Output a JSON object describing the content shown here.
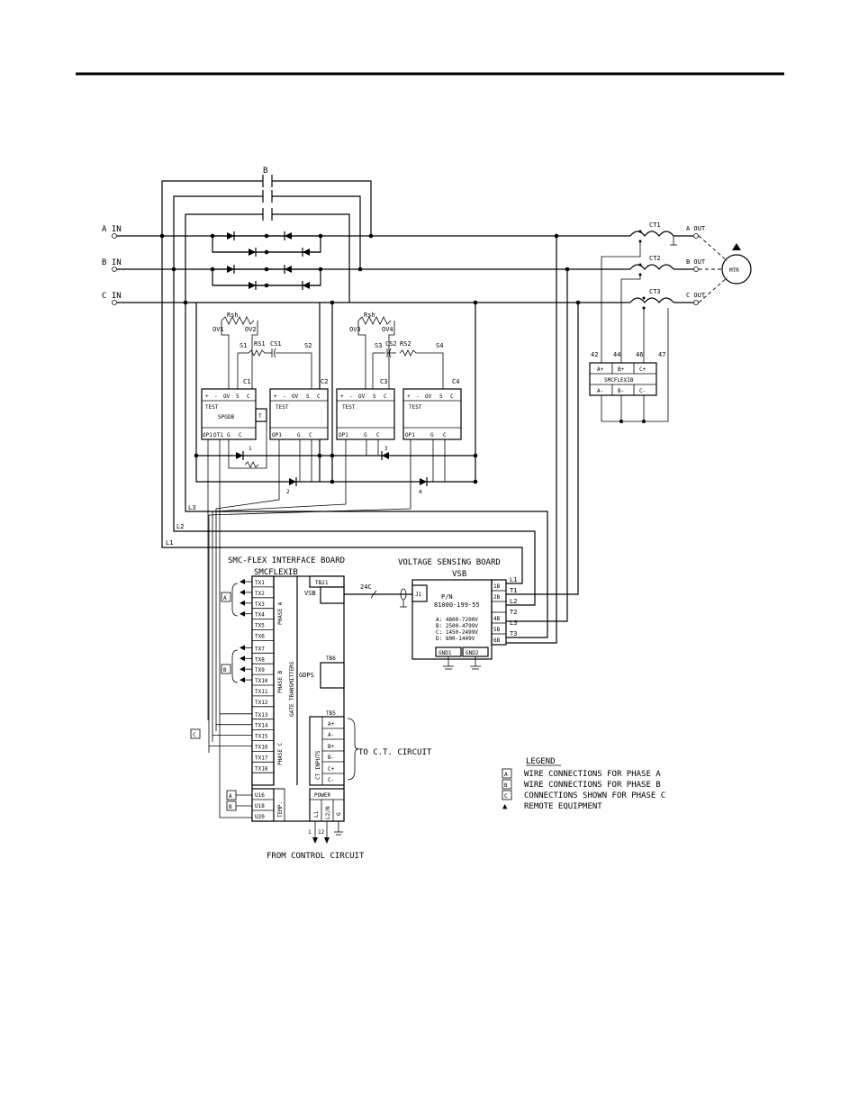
{
  "title_rule": "",
  "inputs": [
    "A IN",
    "B IN",
    "C IN"
  ],
  "outputs": [
    "A OUT",
    "B OUT",
    "C OUT"
  ],
  "capacitor_label": "B",
  "motor_label": "MTR",
  "ct_labels": [
    "CT1",
    "CT2",
    "CT3"
  ],
  "ct_terminals": [
    "42",
    "44",
    "46",
    "47"
  ],
  "smcflexib_small": {
    "top": [
      "A+",
      "B+",
      "C+"
    ],
    "name": "SMCFLEXIB",
    "bottom": [
      "A-",
      "B-",
      "C-"
    ]
  },
  "snubber": {
    "rsh": [
      "Rsh",
      "Rsh"
    ],
    "ov": [
      "OV1",
      "OV2",
      "OV3",
      "OV4"
    ],
    "s": [
      "S1",
      "S2",
      "S3",
      "S4"
    ],
    "rs": [
      "RS1",
      "RS2"
    ],
    "cs": [
      "CS1",
      "CS2"
    ],
    "c": [
      "C1",
      "C2",
      "C3",
      "C4"
    ]
  },
  "gate_board": {
    "header_cells": [
      "+",
      "-",
      "OV",
      "S",
      "C"
    ],
    "test_label": "TEST",
    "spgdb_label": "SPGDB",
    "t_label": "T",
    "bottom_cells": [
      "OP1",
      "OT1",
      "G",
      "C"
    ],
    "op_label": "OP1",
    "g_label": "G",
    "c_label": "C",
    "scr_numbers": [
      "1",
      "2",
      "3",
      "4"
    ]
  },
  "line_labels": [
    "L3",
    "L2",
    "L1"
  ],
  "interface_board": {
    "title": "SMC-FLEX INTERFACE BOARD",
    "subtitle": "SMCFLEXIB",
    "tx": [
      "TX1",
      "TX2",
      "TX3",
      "TX4",
      "TX5",
      "TX6",
      "TX7",
      "TX8",
      "TX9",
      "TX10",
      "TX11",
      "TX12",
      "TX13",
      "TX14",
      "TX15",
      "TX16",
      "TX17",
      "TX18"
    ],
    "phase_labels": [
      "PHASE A",
      "PHASE B",
      "PHASE C"
    ],
    "gate_transmitters": "GATE TRANSMITTERS",
    "u": [
      "U16",
      "U18",
      "U20"
    ],
    "temp": "TEMP.",
    "vsb_label": "VSB",
    "tb21": "TB21",
    "gdps": "GDPS",
    "tb6": "TB6",
    "tb5": "TB5",
    "ct_inputs": "CT INPUTS",
    "ct_cells": [
      "A+",
      "A-",
      "B+",
      "B-",
      "C+",
      "C-"
    ],
    "power": "POWER",
    "power_cells": [
      "L1",
      "L2/N",
      "G"
    ],
    "power_wires": [
      "1",
      "12"
    ],
    "to_ct": "TO C.T. CIRCUIT",
    "from_control": "FROM CONTROL CIRCUIT",
    "phase_tags": [
      "A",
      "B",
      "C",
      "A",
      "B"
    ]
  },
  "vsb": {
    "title": "VOLTAGE SENSING BOARD",
    "subtitle": "VSB",
    "wire": "24C",
    "j1": "J1",
    "pn_label": "P/N",
    "pn": "81000-199-55",
    "ranges": [
      "A: 4800-7200V",
      "B: 2500-4799V",
      "C: 1450-2499V",
      "D: 800-1449V"
    ],
    "terminals": [
      "1B",
      "2B",
      "4B",
      "5B",
      "6B"
    ],
    "signals": [
      "L1",
      "T1",
      "L2",
      "T2",
      "L3",
      "T3"
    ],
    "gnd": [
      "GND1",
      "GND2"
    ]
  },
  "legend": {
    "title": "LEGEND",
    "items": [
      {
        "tag": "A",
        "text": "WIRE CONNECTIONS FOR PHASE A"
      },
      {
        "tag": "B",
        "text": "WIRE CONNECTIONS FOR PHASE B"
      },
      {
        "tag": "C",
        "text": "CONNECTIONS SHOWN FOR PHASE C"
      },
      {
        "tag": "▲",
        "text": "REMOTE EQUIPMENT"
      }
    ]
  }
}
